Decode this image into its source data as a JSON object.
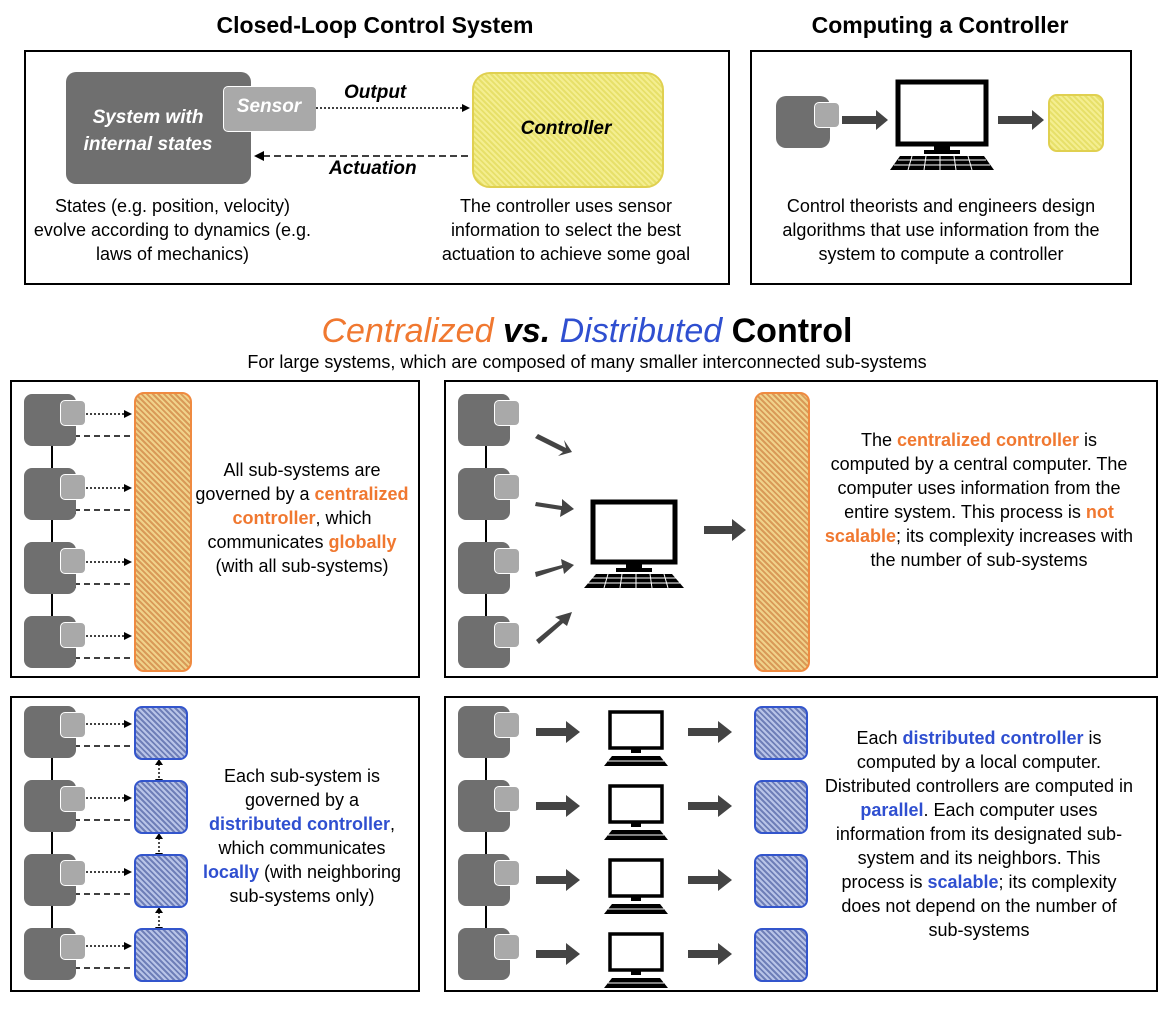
{
  "closed_loop": {
    "title": "Closed-Loop Control System",
    "system_label": "System with internal states",
    "sensor_label": "Sensor",
    "output_label": "Output",
    "actuation_label": "Actuation",
    "controller_label": "Controller",
    "states_text": "States (e.g. position, velocity) evolve according to dynamics (e.g. laws of mechanics)",
    "controller_text": "The controller uses sensor information to select the best actuation to achieve some goal"
  },
  "computing": {
    "title": "Computing a Controller",
    "text": "Control theorists and engineers design algorithms that use information from the system to compute a controller"
  },
  "heading": {
    "centralized": "Centralized",
    "vs": "vs.",
    "distributed": "Distributed",
    "control": "Control",
    "subtitle": "For large systems, which are composed of many smaller interconnected sub-systems"
  },
  "centralized_left": {
    "t1": "All sub-systems are governed by a ",
    "t2": "centralized controller",
    "t3": ", which communicates ",
    "t4": "globally",
    "t5": " (with all sub-systems)"
  },
  "centralized_right": {
    "t1": "The ",
    "t2": "centralized controller",
    "t3": " is computed by a central computer. The computer uses information from the entire system. This process is ",
    "t4": "not scalable",
    "t5": "; its complexity increases with the number of sub-systems"
  },
  "distributed_left": {
    "t1": "Each sub-system is governed by a ",
    "t2": "distributed controller",
    "t3": ", which communicates ",
    "t4": "locally",
    "t5": " (with neighboring sub-systems only)"
  },
  "distributed_right": {
    "t1": "Each ",
    "t2": "distributed controller",
    "t3": " is computed by a local computer. Distributed controllers are computed in ",
    "t4": "parallel",
    "t5": ". Each computer uses information from its designated sub-system and its neighbors. This process is ",
    "t6": "scalable",
    "t7": "; its complexity does not depend on the number of sub-systems"
  },
  "colors": {
    "centralized": "#f07830",
    "distributed": "#2f4fd0",
    "system_gray": "#6f6f6f",
    "sensor_gray": "#a9a9a9",
    "controller_yellow": "#f4ee90"
  }
}
